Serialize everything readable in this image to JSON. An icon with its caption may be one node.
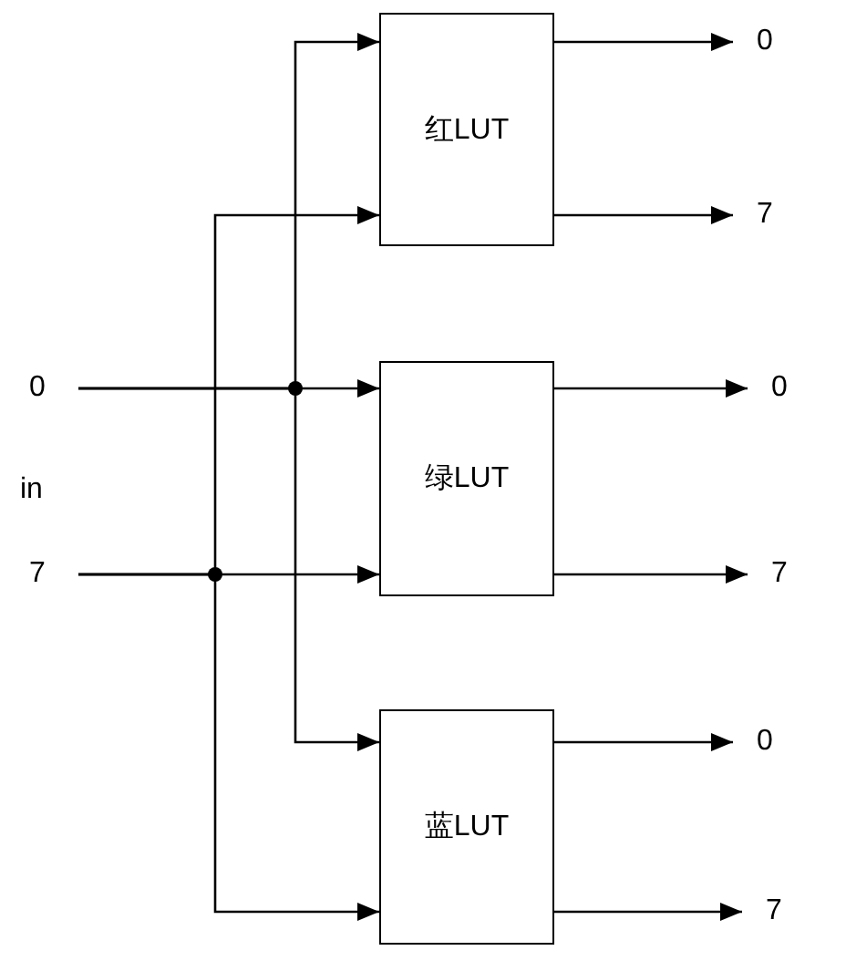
{
  "diagram": {
    "nodes": [
      {
        "text": [
          "红LUT"
        ]
      },
      {
        "text": [
          "绿LUT"
        ]
      },
      {
        "text": [
          "蓝LUT"
        ]
      },
      {
        "text": [
          "0"
        ]
      },
      {
        "text": [
          "7"
        ]
      },
      {
        "text": [
          "0"
        ]
      },
      {
        "text": [
          "7"
        ]
      },
      {
        "text": [
          "0"
        ]
      },
      {
        "text": [
          "7"
        ]
      },
      {
        "text": [
          "0"
        ]
      },
      {
        "text": [
          "7"
        ]
      }
    ],
    "edges": [
      {
        "from": 3,
        "to": 0,
        "arrow": "to"
      },
      {
        "from": 3,
        "to": 1,
        "arrow": "to"
      },
      {
        "from": 3,
        "to": 2,
        "arrow": "to"
      },
      {
        "from": 4,
        "to": 0,
        "arrow": "to"
      },
      {
        "from": 4,
        "to": 1,
        "arrow": "to"
      },
      {
        "from": 4,
        "to": 2,
        "arrow": "to"
      },
      {
        "from": 0,
        "to": 5,
        "arrow": "to"
      },
      {
        "from": 0,
        "to": 6,
        "arrow": "to"
      },
      {
        "from": 1,
        "to": 7,
        "arrow": "to"
      },
      {
        "from": 1,
        "to": 8,
        "arrow": "to"
      },
      {
        "from": 2,
        "to": 9,
        "arrow": "to"
      },
      {
        "from": 2,
        "to": 10,
        "arrow": "to"
      }
    ],
    "labels": [
      "in"
    ]
  }
}
